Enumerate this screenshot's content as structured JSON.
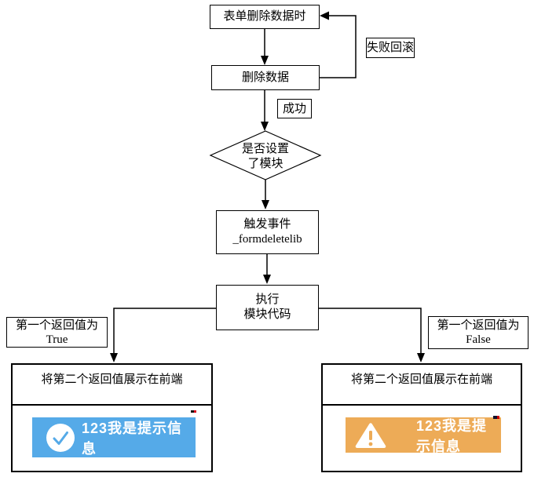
{
  "diagram": {
    "nodes": {
      "start": {
        "label": "表单删除数据时"
      },
      "delete": {
        "label": "删除数据"
      },
      "decision": {
        "lines": [
          "是否设置",
          "了模块"
        ]
      },
      "trigger": {
        "lines": [
          "触发事件",
          "_formdeletelib"
        ]
      },
      "execute": {
        "lines": [
          "执行",
          "模块代码"
        ]
      }
    },
    "edge_labels": {
      "rollback": "失败回滚",
      "success": "成功",
      "true_branch": {
        "line1": "第一个返回值为",
        "line2": "True"
      },
      "false_branch": {
        "line1": "第一个返回值为",
        "line2": "False"
      }
    },
    "results": {
      "success": {
        "title": "将第二个返回值展示在前端",
        "toast": {
          "text": "123我是提示信息",
          "bg_color": "#55AAE8",
          "icon": "check-circle-icon"
        }
      },
      "warning": {
        "title": "将第二个返回值展示在前端",
        "toast": {
          "text": "123我是提示信息",
          "bg_color": "#EDAB57",
          "icon": "warning-triangle-icon"
        }
      }
    }
  }
}
